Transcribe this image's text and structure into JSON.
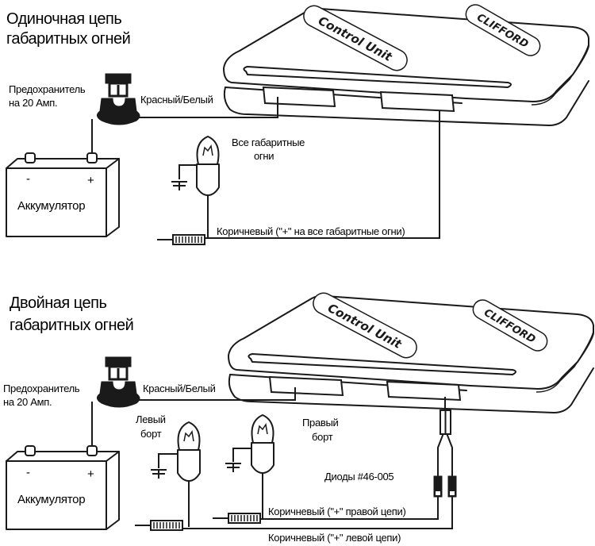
{
  "single_circuit": {
    "title_line1": "Одиночная цепь",
    "title_line2": "габаритных огней",
    "fuse_label_line1": "Предохранитель",
    "fuse_label_line2": "на 20 Амп.",
    "red_white_wire": "Красный/Белый",
    "bulb_label_line1": "Все габаритные",
    "bulb_label_line2": "огни",
    "battery_label": "Аккумулятор",
    "battery_minus": "-",
    "battery_plus": "+",
    "brown_wire": "Коричневый (\"+\" на все габаритные огни)",
    "control_unit_badge": "Control Unit",
    "brand_badge": "CLIFFORD"
  },
  "dual_circuit": {
    "title_line1": "Двойная цепь",
    "title_line2": "габаритных огней",
    "fuse_label_line1": "Предохранитель",
    "fuse_label_line2": "на 20 Амп.",
    "red_white_wire": "Красный/Белый",
    "left_side_line1": "Левый",
    "left_side_line2": "борт",
    "right_side_line1": "Правый",
    "right_side_line2": "борт",
    "diodes_label": "Диоды #46-005",
    "battery_label": "Аккумулятор",
    "battery_minus": "-",
    "battery_plus": "+",
    "brown_right": "Коричневый (\"+\" правой цепи)",
    "brown_left": "Коричневый (\"+\" левой цепи)",
    "control_unit_badge": "Control Unit",
    "brand_badge": "CLIFFORD"
  }
}
